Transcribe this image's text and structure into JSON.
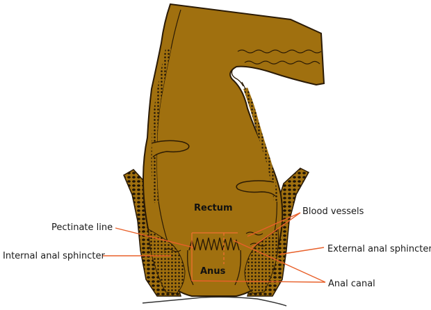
{
  "labels": {
    "rectum": "Rectum",
    "anus": "Anus",
    "pectinate_line": "Pectinate line",
    "internal_anal_sphincter": "Internal anal sphincter",
    "blood_vessels": "Blood vessels",
    "external_anal_sphincter": "External anal sphincter",
    "anal_canal": "Anal canal"
  },
  "colors": {
    "tissue": "#a0700f",
    "outline": "#2a1a05",
    "leader_line": "#e8602a",
    "guide_line": "#f07030",
    "muscle_dark": "#1e1408"
  }
}
